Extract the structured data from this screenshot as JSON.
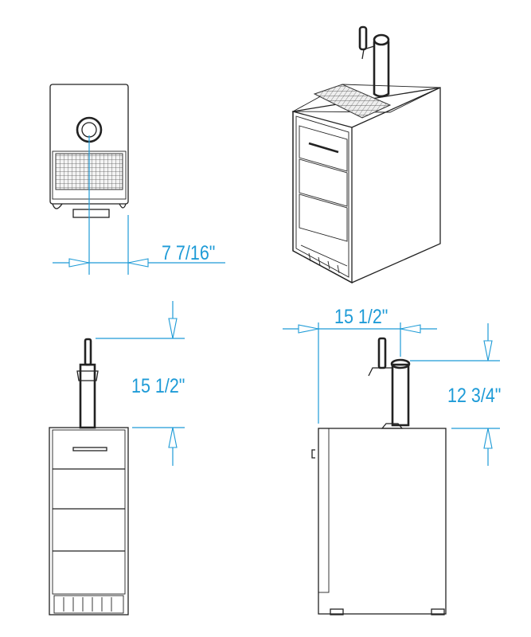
{
  "colors": {
    "line": "#222222",
    "dimension": "#1e9bd7",
    "background": "#ffffff"
  },
  "dimensions": {
    "top_offset": "7 7/16\"",
    "front_tower_height": "15 1/2\"",
    "side_depth": "15 1/2\"",
    "side_tower_height": "12 3/4\""
  }
}
